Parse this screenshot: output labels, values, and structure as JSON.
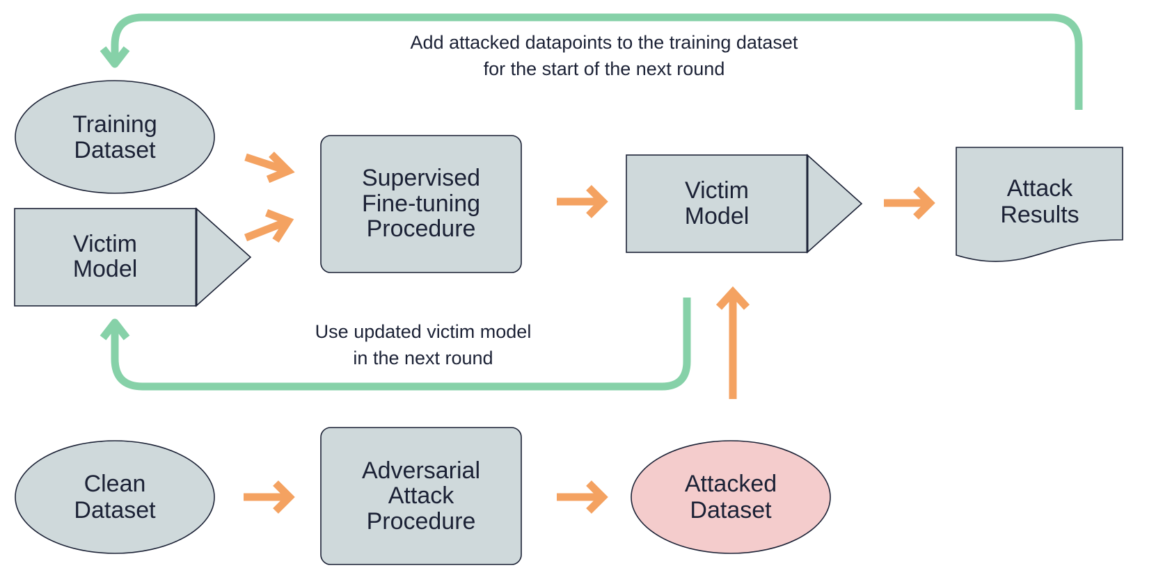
{
  "colors": {
    "node_fill": "#cfd9db",
    "attacked_fill": "#f4cccc",
    "outline": "#1b2135",
    "arrow_orange": "#f4a261",
    "loop_green": "#86d1a8",
    "text": "#1b2135"
  },
  "nodes": {
    "training_dataset": {
      "line1": "Training",
      "line2": "Dataset"
    },
    "victim_model_left": {
      "line1": "Victim",
      "line2": "Model"
    },
    "supervised_finetuning": {
      "line1": "Supervised",
      "line2": "Fine-tuning",
      "line3": "Procedure"
    },
    "victim_model_center": {
      "line1": "Victim",
      "line2": "Model"
    },
    "attack_results": {
      "line1": "Attack",
      "line2": "Results"
    },
    "clean_dataset": {
      "line1": "Clean",
      "line2": "Dataset"
    },
    "adversarial_attack": {
      "line1": "Adversarial",
      "line2": "Attack",
      "line3": "Procedure"
    },
    "attacked_dataset": {
      "line1": "Attacked",
      "line2": "Dataset"
    }
  },
  "captions": {
    "top_loop": {
      "line1": "Add attacked datapoints to the training dataset",
      "line2": "for the start of the next round"
    },
    "bottom_loop": {
      "line1": "Use updated victim model",
      "line2": "in the next round"
    }
  }
}
